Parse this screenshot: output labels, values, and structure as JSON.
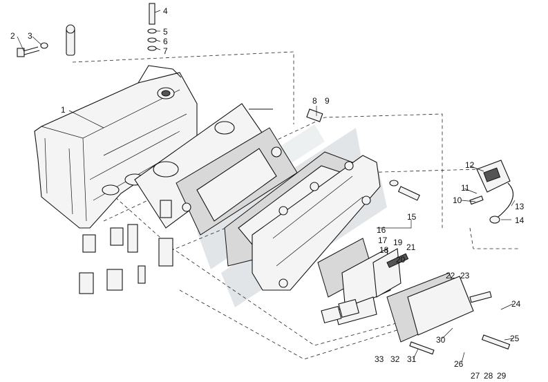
{
  "callouts": [
    "1",
    "2",
    "3",
    "4",
    "5",
    "6",
    "7",
    "8",
    "9",
    "10",
    "11",
    "12",
    "13",
    "14",
    "15",
    "16",
    "17",
    "18",
    "19",
    "20",
    "21",
    "22",
    "23",
    "24",
    "25",
    "26",
    "27",
    "28",
    "29",
    "30",
    "31",
    "32",
    "33"
  ],
  "icons": {
    "watermark": "chevron-watermark-icon"
  }
}
